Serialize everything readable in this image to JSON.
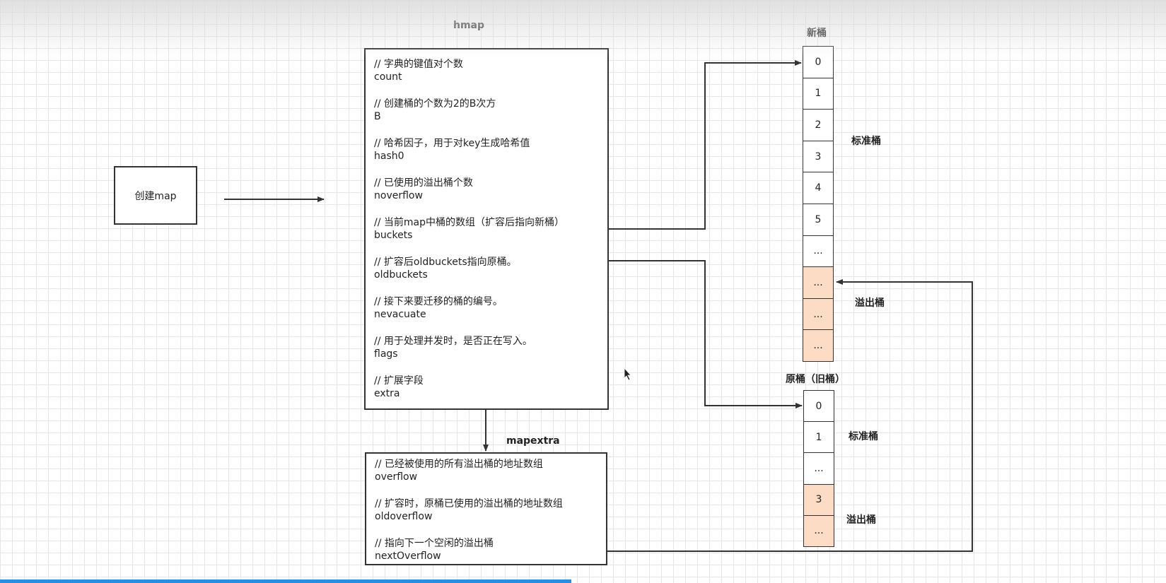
{
  "colors": {
    "overflow_fill": "#fcdcc4",
    "line": "#333333",
    "progress": "#2a8ee0"
  },
  "progress_fraction": 0.49,
  "create": {
    "label": "创建map"
  },
  "hmap": {
    "title": "hmap",
    "fields": [
      {
        "comment": "// 字典的键值对个数",
        "name": "count"
      },
      {
        "comment": "// 创建桶的个数为2的B次方",
        "name": "B"
      },
      {
        "comment": "// 哈希因子，用于对key生成哈希值",
        "name": "hash0"
      },
      {
        "comment": "// 已使用的溢出桶个数",
        "name": "noverflow"
      },
      {
        "comment": "// 当前map中桶的数组（扩容后指向新桶）",
        "name": "buckets"
      },
      {
        "comment": "// 扩容后oldbuckets指向原桶。",
        "name": "oldbuckets"
      },
      {
        "comment": "// 接下来要迁移的桶的编号。",
        "name": "nevacuate"
      },
      {
        "comment": "// 用于处理并发时，是否正在写入。",
        "name": "flags"
      },
      {
        "comment": "// 扩展字段",
        "name": "extra"
      }
    ]
  },
  "mapextra": {
    "title": "mapextra",
    "fields": [
      {
        "comment": "// 已经被使用的所有溢出桶的地址数组",
        "name": "overflow"
      },
      {
        "comment": "// 扩容时，原桶已使用的溢出桶的地址数组",
        "name": "oldoverflow"
      },
      {
        "comment": "// 指向下一个空闲的溢出桶",
        "name": "nextOverflow"
      }
    ]
  },
  "new_buckets": {
    "title": "新桶",
    "standard_label": "标准桶",
    "overflow_label": "溢出桶",
    "cells": [
      {
        "label": "0",
        "overflow": false
      },
      {
        "label": "1",
        "overflow": false
      },
      {
        "label": "2",
        "overflow": false
      },
      {
        "label": "3",
        "overflow": false
      },
      {
        "label": "4",
        "overflow": false
      },
      {
        "label": "5",
        "overflow": false
      },
      {
        "label": "...",
        "overflow": false
      },
      {
        "label": "...",
        "overflow": true
      },
      {
        "label": "...",
        "overflow": true
      },
      {
        "label": "...",
        "overflow": true
      }
    ]
  },
  "old_buckets": {
    "title": "原桶（旧桶）",
    "standard_label": "标准桶",
    "overflow_label": "溢出桶",
    "cells": [
      {
        "label": "0",
        "overflow": false
      },
      {
        "label": "1",
        "overflow": false
      },
      {
        "label": "...",
        "overflow": false
      },
      {
        "label": "3",
        "overflow": true
      },
      {
        "label": "...",
        "overflow": true
      }
    ]
  }
}
